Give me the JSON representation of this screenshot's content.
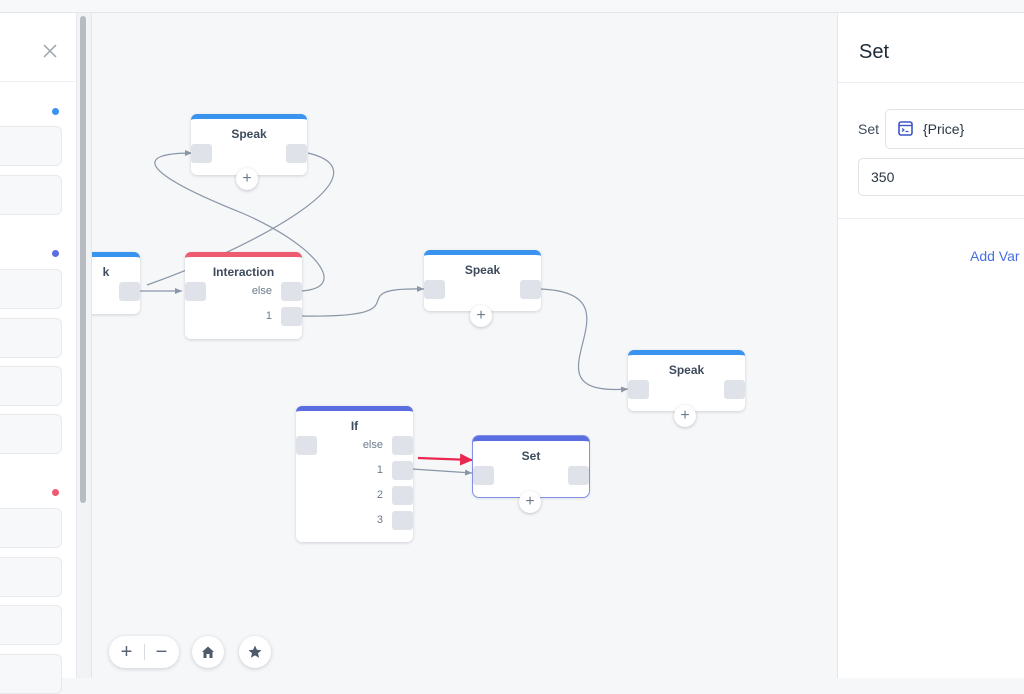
{
  "sidebar": {
    "close_icon": "close-icon",
    "dot_colors": [
      "#3b93f0",
      "#5b6ee1",
      "#ee5a6f"
    ]
  },
  "canvas": {
    "nodes": {
      "speak_top": {
        "title": "Speak"
      },
      "partial_left": {
        "title": "k"
      },
      "interaction": {
        "title": "Interaction",
        "ports": [
          "else",
          "1"
        ]
      },
      "speak_mid": {
        "title": "Speak"
      },
      "speak_right": {
        "title": "Speak"
      },
      "if_node": {
        "title": "If",
        "ports": [
          "else",
          "1",
          "2",
          "3"
        ]
      },
      "set_node": {
        "title": "Set"
      }
    },
    "add_symbol": "+",
    "controls": {
      "zoom_in": "+",
      "zoom_out": "−",
      "home_icon": "home-icon",
      "star_icon": "star-icon"
    },
    "colors": {
      "speak": "#3b93f0",
      "interaction": "#ee5a6f",
      "logic": "#5b6ee1",
      "arrow": "#e8284e"
    }
  },
  "panel": {
    "title": "Set",
    "set_label": "Set",
    "variable": "{Price}",
    "value": "350",
    "add_variable": "Add Var"
  }
}
